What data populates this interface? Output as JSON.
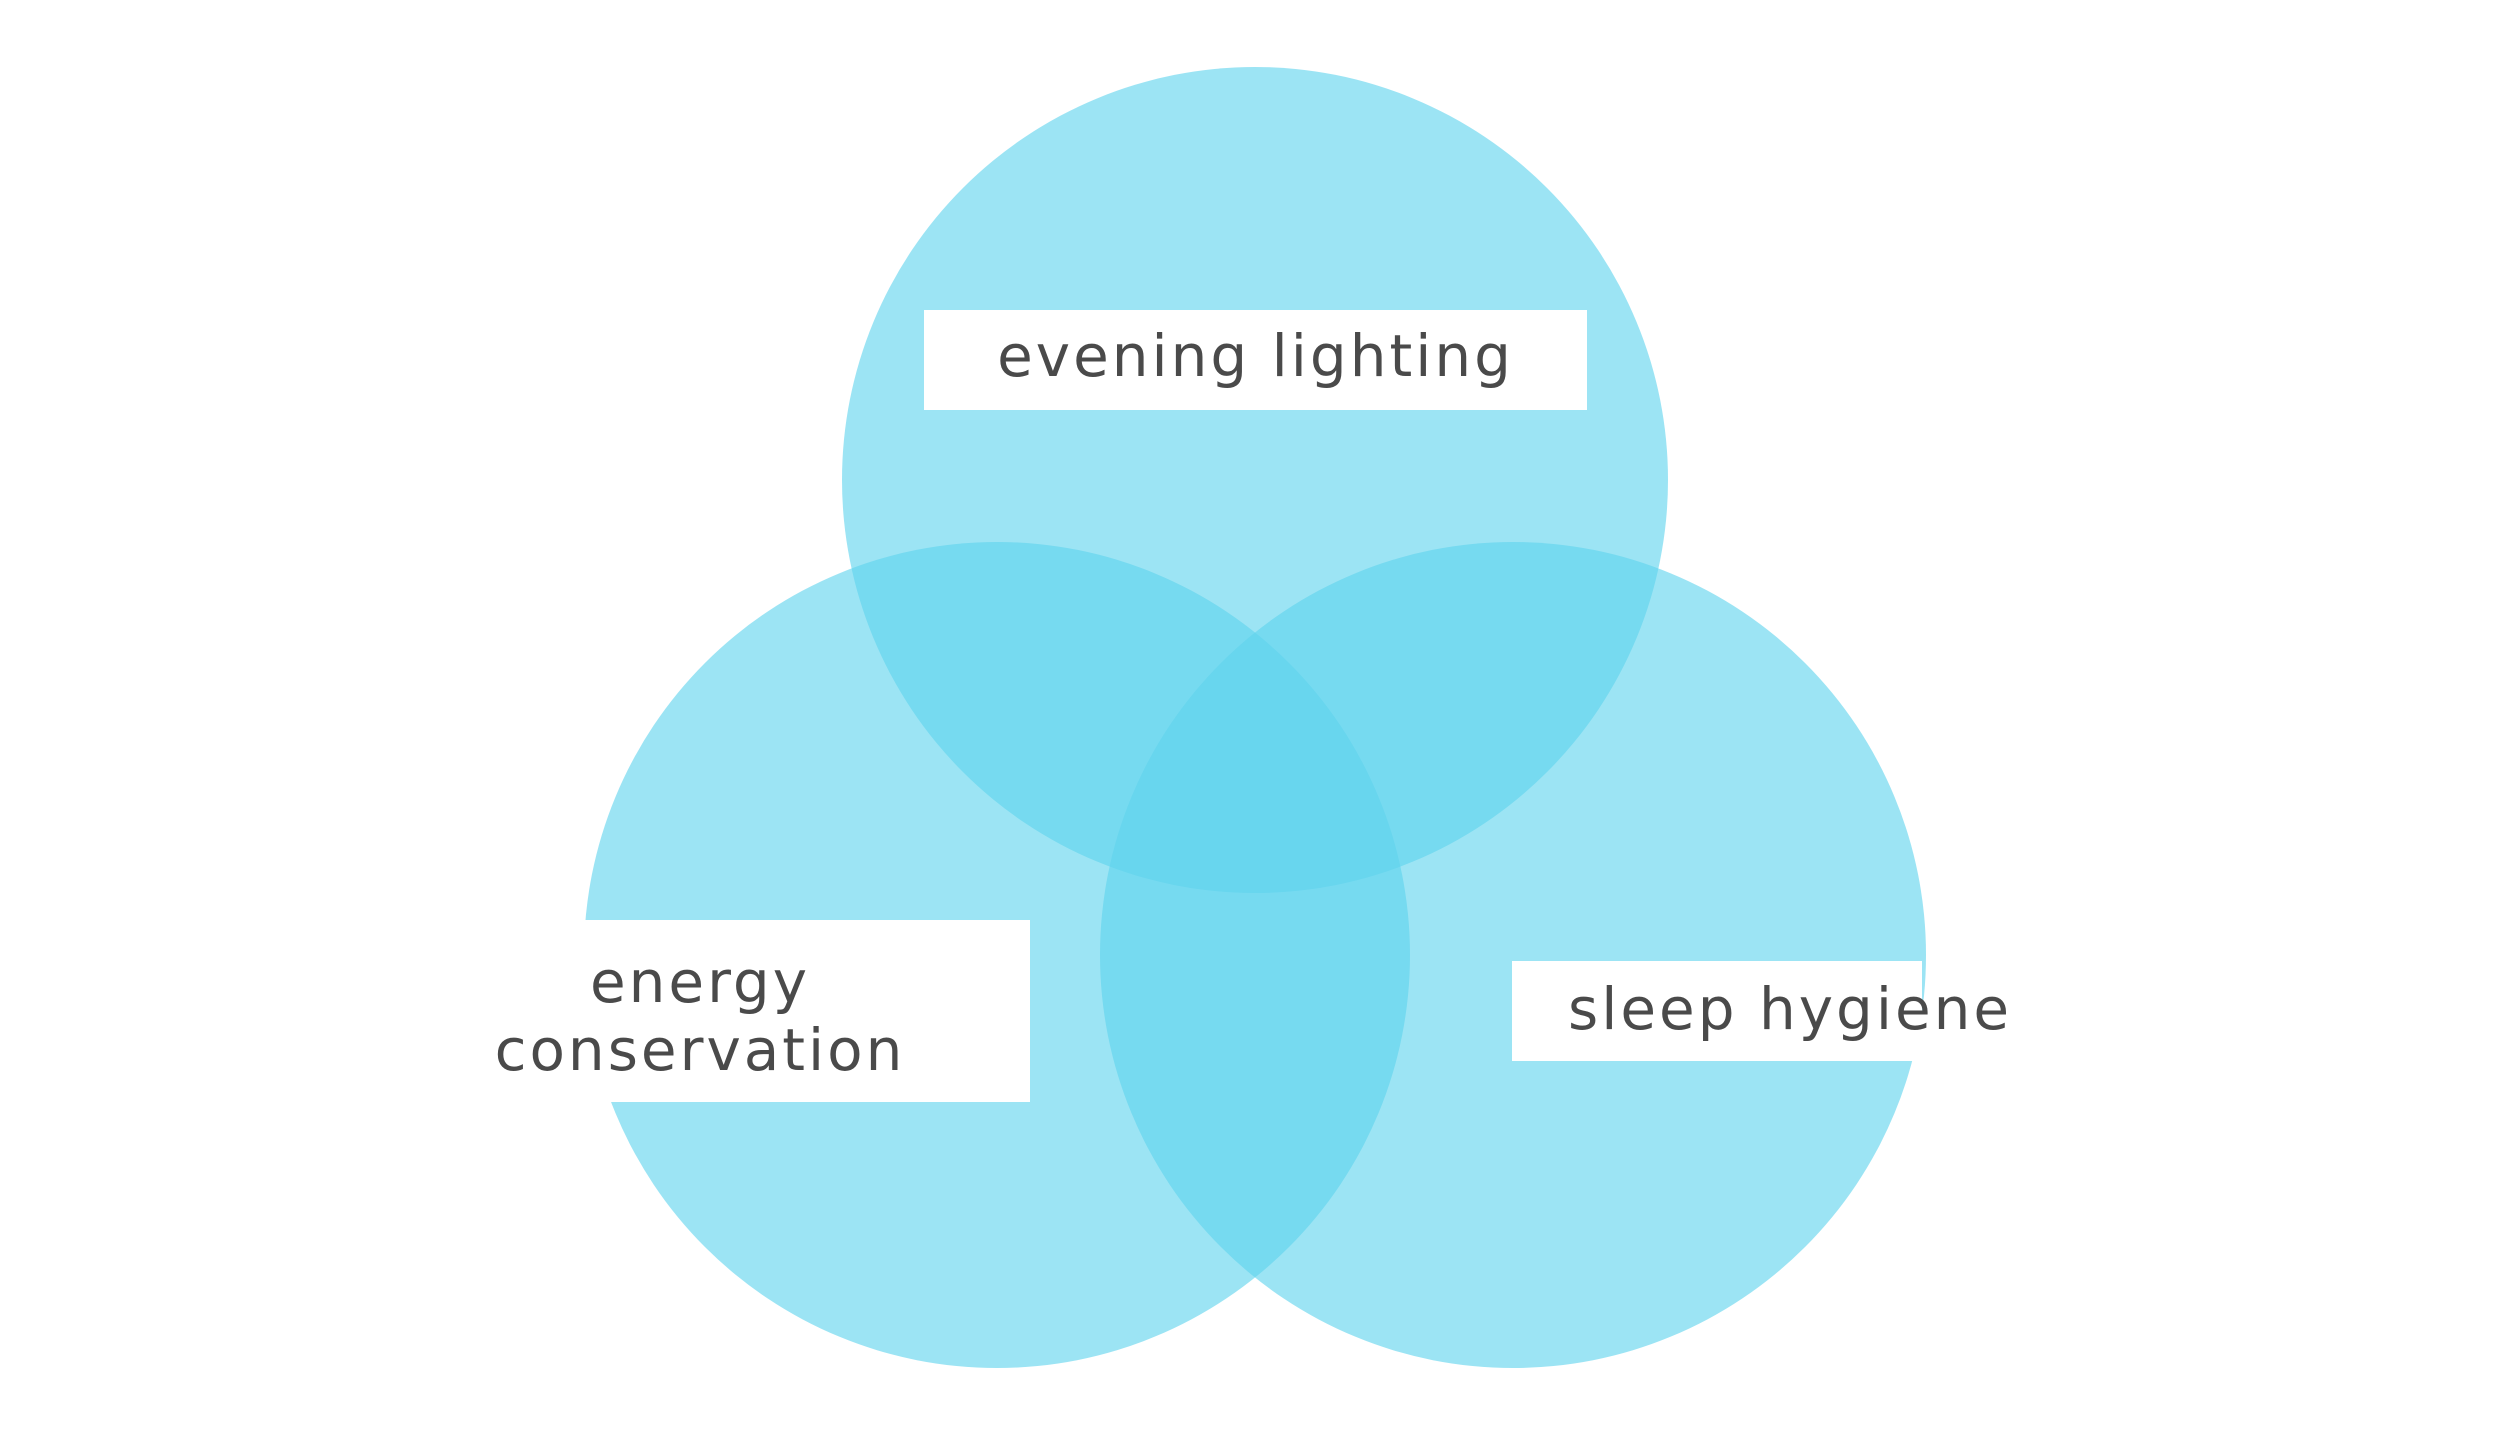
{
  "diagram": {
    "type": "venn",
    "circle_color": "#5fd3ee",
    "circle_opacity": 0.62,
    "label_color": "#4a4a4a",
    "sets": [
      {
        "id": "top",
        "label": "evening lighting"
      },
      {
        "id": "left",
        "label_lines": [
          "energy",
          "conservation"
        ]
      },
      {
        "id": "right",
        "label": "sleep hygiene"
      }
    ]
  }
}
